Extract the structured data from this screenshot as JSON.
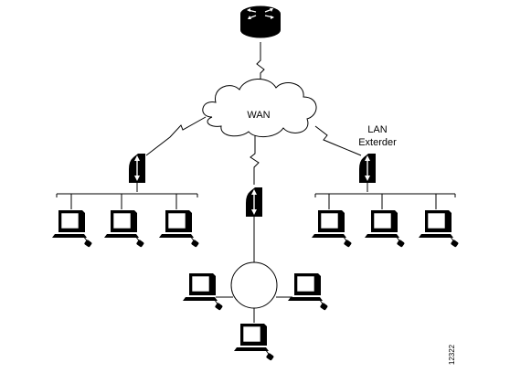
{
  "labels": {
    "wan": "WAN",
    "lan_extender_line1": "LAN",
    "lan_extender_line2": "Exterder",
    "figure_number": "12322"
  },
  "icons": {
    "router": "router-icon",
    "cloud": "wan-cloud-icon",
    "extender": "lan-extender-icon",
    "workstation": "workstation-icon",
    "ring": "token-ring-icon"
  },
  "colors": {
    "ink": "#000000",
    "paper": "#ffffff"
  }
}
